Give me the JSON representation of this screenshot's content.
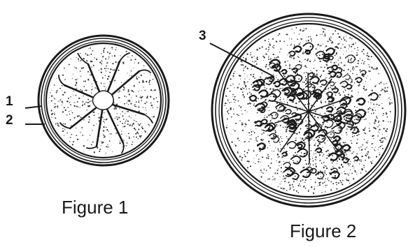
{
  "labels": {
    "one": "1",
    "two": "2",
    "three": "3"
  },
  "captions": {
    "figure1": "Figure 1",
    "figure2": "Figure 2"
  },
  "colors": {
    "ink": "#1a1a1a",
    "background": "#ffffff"
  }
}
